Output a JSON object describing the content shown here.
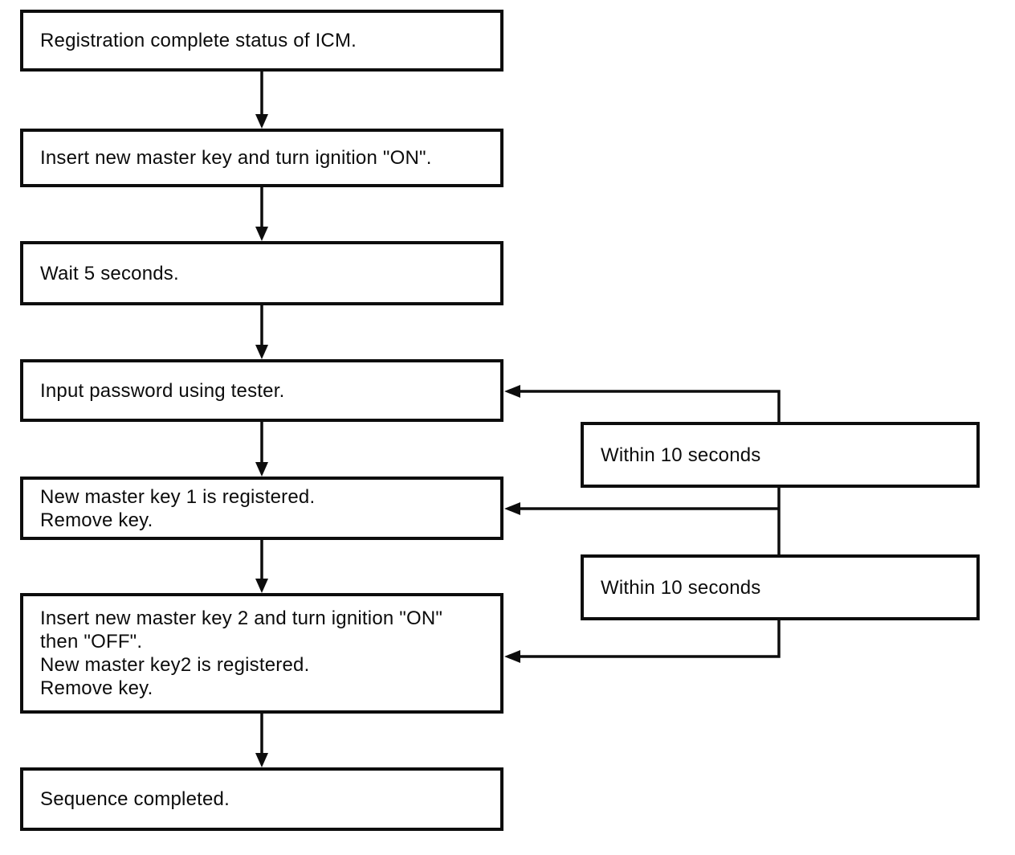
{
  "flow": {
    "steps": [
      {
        "text": "Registration complete status of ICM."
      },
      {
        "text": "Insert new master key and turn ignition \"ON\"."
      },
      {
        "text": "Wait 5 seconds."
      },
      {
        "text": "Input password using tester."
      },
      {
        "text": "New master key 1 is registered.\nRemove key."
      },
      {
        "text": "Insert new master key 2 and turn ignition \"ON\"\nthen \"OFF\".\nNew master key2 is registered.\nRemove key."
      },
      {
        "text": "Sequence completed."
      }
    ],
    "timing_labels": [
      {
        "text": "Within 10 seconds"
      },
      {
        "text": "Within 10 seconds"
      }
    ],
    "colors": {
      "line": "#0d0d0d",
      "background": "#ffffff"
    }
  }
}
